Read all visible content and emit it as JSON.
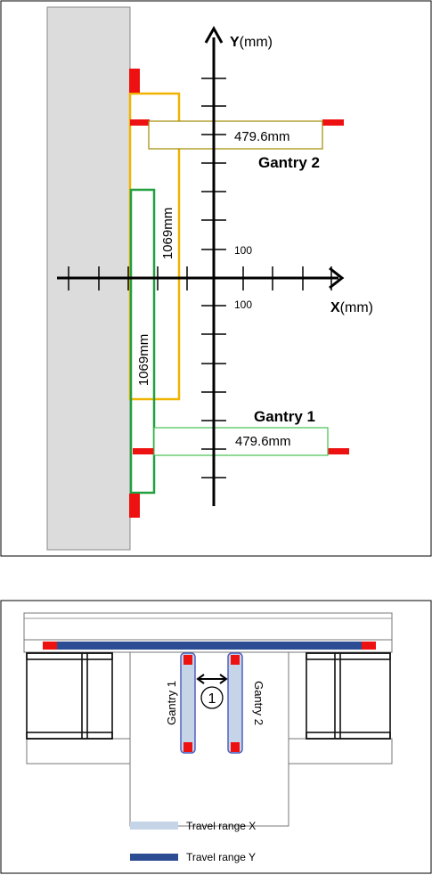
{
  "top_diagram": {
    "axis_y_label": "Y",
    "axis_y_unit": "(mm)",
    "axis_x_label": "X",
    "axis_x_unit": "(mm)",
    "tick_label_y": "100",
    "tick_label_x": "100",
    "gantry2": {
      "name": "Gantry 2",
      "length": "1069mm",
      "width": "479.6mm"
    },
    "gantry1": {
      "name": "Gantry 1",
      "length": "1069mm",
      "width": "479.6mm"
    },
    "colors": {
      "gantry2": "#f0b400",
      "gantry1": "#22a040",
      "marker": "#ee1111",
      "wall": "#dcdcdc",
      "box_gantry2": "#a08a00",
      "box_gantry1": "#44c050"
    }
  },
  "bottom_diagram": {
    "gantry1_label": "Gantry 1",
    "gantry2_label": "Gantry 2",
    "callout": "1",
    "legend": [
      {
        "label": "Travel range X",
        "color": "#c6d4e8"
      },
      {
        "label": "Travel range Y",
        "color": "#2c4d94"
      }
    ]
  }
}
